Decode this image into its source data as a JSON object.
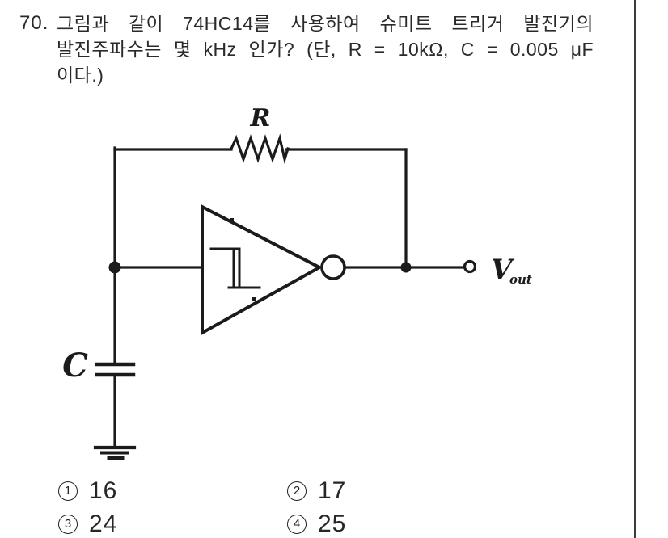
{
  "question": {
    "number": "70.",
    "line1": "그림과 같이 74HC14를 사용하여 슈미트 트리거 발진기의",
    "line2": "발진주파수는 몇 kHz 인가? (단, R = 10kΩ, C = 0.005 μF",
    "line3": "이다.)"
  },
  "circuit": {
    "resistor_label": "R",
    "capacitor_label": "C",
    "output_label": "V",
    "output_subscript": "out",
    "ink_color": "#1b1b1b"
  },
  "choices": [
    {
      "marker": "1",
      "value": "16"
    },
    {
      "marker": "2",
      "value": "17"
    },
    {
      "marker": "3",
      "value": "24"
    },
    {
      "marker": "4",
      "value": "25"
    }
  ]
}
